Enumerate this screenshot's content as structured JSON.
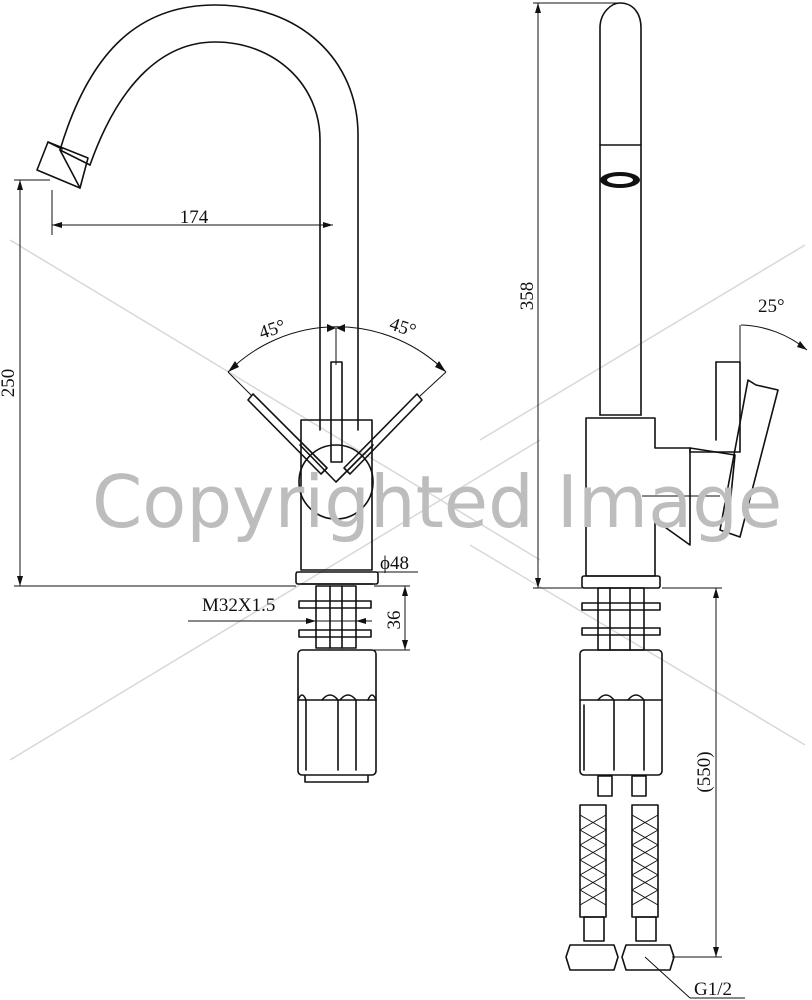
{
  "watermark": {
    "text": "Copyrighted Image"
  },
  "dimensions": {
    "reach": "174",
    "height_outlet": "250",
    "angle_left": "45°",
    "angle_right": "45°",
    "base_diameter": "ϕ48",
    "thread": "M32X1.5",
    "shank_length": "36",
    "total_height": "358",
    "lever_angle": "25°",
    "hose_length": "(550)",
    "hose_thread": "G1/2"
  },
  "colors": {
    "line": "#111111",
    "watermark": "#bdbdbd",
    "background": "#ffffff"
  }
}
